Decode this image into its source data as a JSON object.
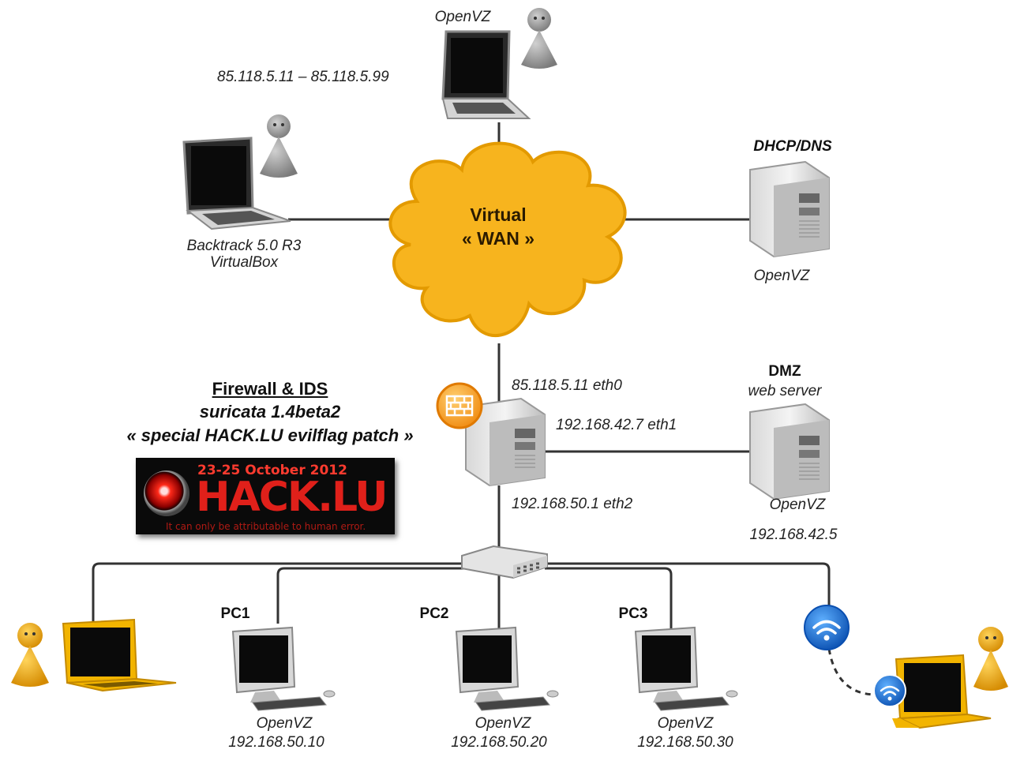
{
  "cloud": {
    "line1": "Virtual",
    "line2": "« WAN »"
  },
  "wan_nodes": {
    "top_laptop": {
      "platform": "OpenVZ",
      "ip_range": "85.118.5.11 – 85.118.5.99"
    },
    "left_laptop": {
      "line1": "Backtrack 5.0 R3",
      "line2": "VirtualBox"
    },
    "dhcp_server": {
      "title": "DHCP/DNS",
      "platform": "OpenVZ"
    }
  },
  "firewall": {
    "title": "Firewall & IDS",
    "subtitle": "suricata 1.4beta2",
    "patch": "« special HACK.LU evilflag patch »",
    "eth0": "85.118.5.11 eth0",
    "eth1": "192.168.42.7 eth1",
    "eth2": "192.168.50.1 eth2"
  },
  "dmz": {
    "title": "DMZ",
    "role": "web server",
    "platform": "OpenVZ",
    "ip": "192.168.42.5"
  },
  "banner": {
    "date": "23-25 October 2012",
    "brand": "HACK.LU",
    "tagline": "It can only be attributable to human error."
  },
  "pcs": [
    {
      "name": "PC1",
      "platform": "OpenVZ",
      "ip": "192.168.50.10"
    },
    {
      "name": "PC2",
      "platform": "OpenVZ",
      "ip": "192.168.50.20"
    },
    {
      "name": "PC3",
      "platform": "OpenVZ",
      "ip": "192.168.50.30"
    }
  ],
  "colors": {
    "cloud": "#f7b41e",
    "cloud_edge": "#e39a00",
    "cable": "#333333",
    "user_gray": "#8a8a8a",
    "user_orange": "#f0a800",
    "wifi": "#1e6fd6",
    "laptop_orange": "#f2b400"
  }
}
